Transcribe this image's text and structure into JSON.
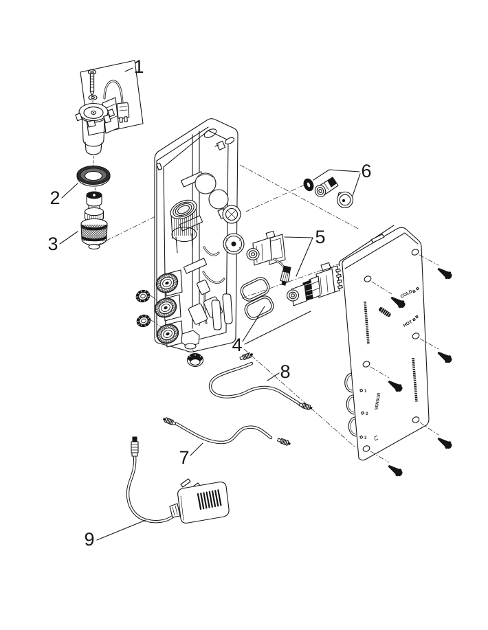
{
  "document": {
    "type": "exploded-parts-diagram",
    "background": "#ffffff",
    "line_color": "#161616"
  },
  "callouts": {
    "c1": "1",
    "c2": "2",
    "c3": "3",
    "c4": "4",
    "c5": "5",
    "c6": "6",
    "c7": "7",
    "c8": "8",
    "c9": "9"
  },
  "plate_labels": {
    "cold": "COLD",
    "hot": "HOT",
    "sensor": "SENSOR",
    "port1": "1",
    "port2": "2",
    "port3": "3"
  }
}
